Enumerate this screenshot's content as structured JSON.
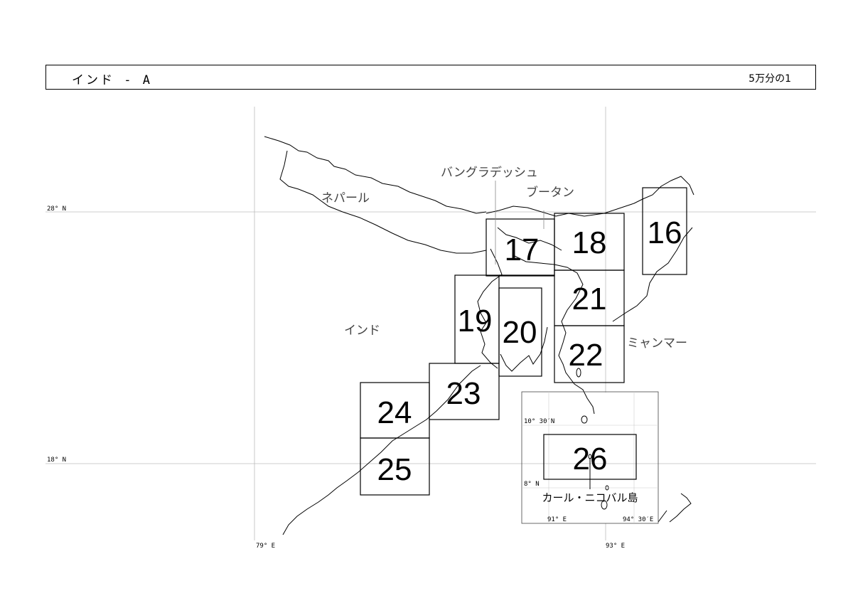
{
  "header": {
    "title": "インド - A",
    "scale": "5万分の1"
  },
  "countries": {
    "nepal": "ネパール",
    "bangladesh": "バングラデッシュ",
    "bhutan": "ブータン",
    "india": "インド",
    "myanmar": "ミャンマー"
  },
  "coords": {
    "lat_28": "28° N",
    "lat_18": "18° N",
    "lon_79": "79° E",
    "lon_93": "93° E",
    "inset_lat_10_30": "10° 30′N",
    "inset_lat_8": "8° N",
    "inset_lon_91": "91° E",
    "inset_lon_94_30": "94° 30′E"
  },
  "sheets": [
    "16",
    "17",
    "18",
    "19",
    "20",
    "21",
    "22",
    "23",
    "24",
    "25",
    "26"
  ],
  "island_label": "カール・ニコバル島"
}
